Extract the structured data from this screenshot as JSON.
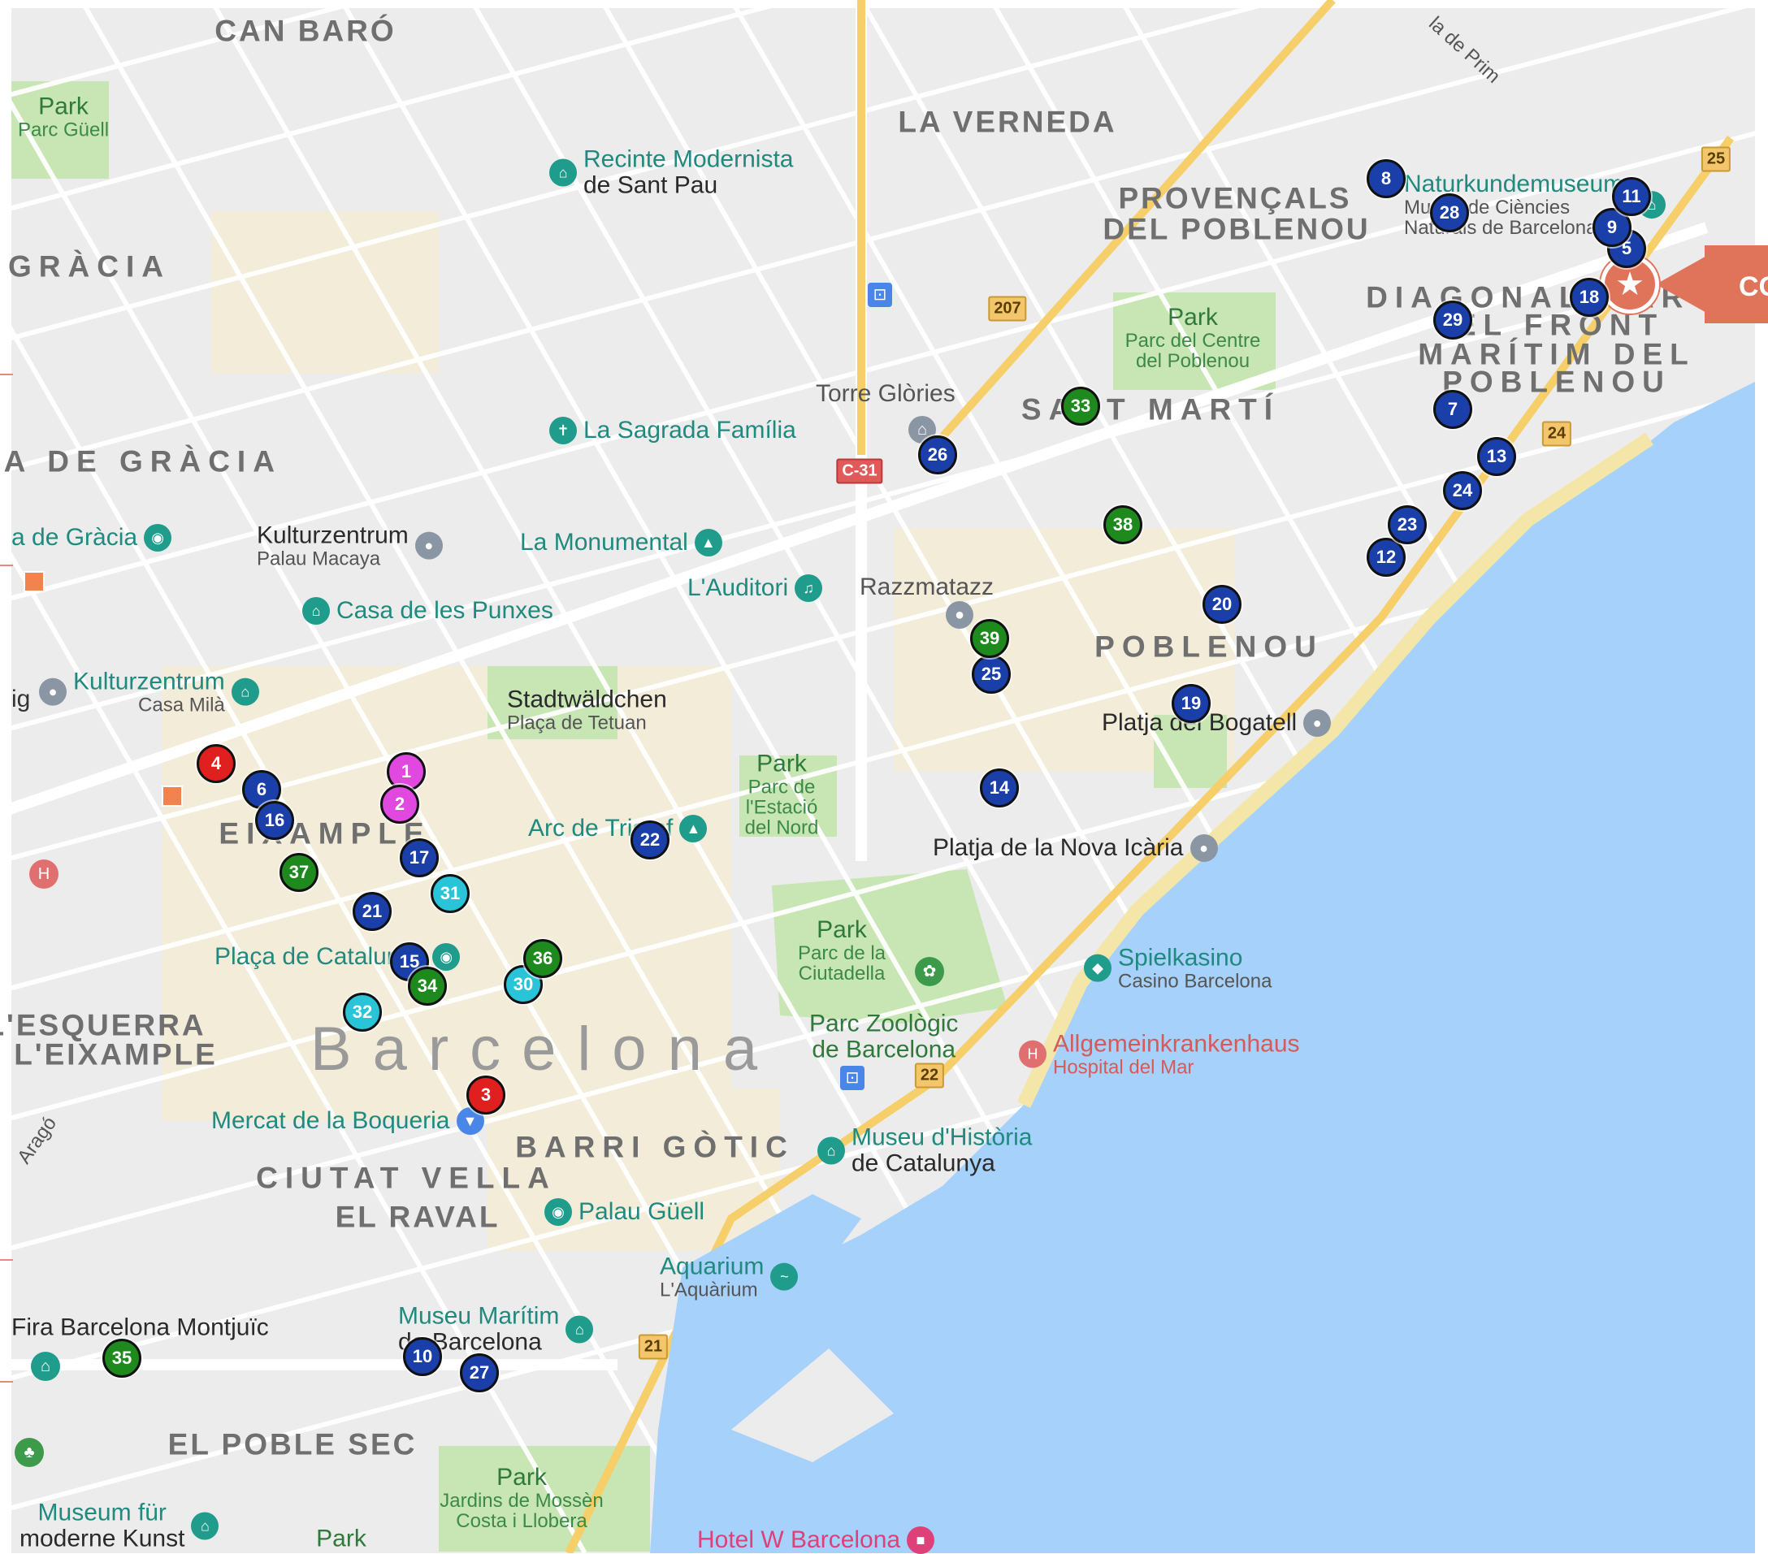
{
  "colors": {
    "sea": "#a6d1fb",
    "land": "#ececec",
    "park": "#c7e6b4",
    "road": "#ffffff",
    "highway": "#f6cf6a",
    "blue_marker": "#1a3fa8",
    "green_marker": "#1e8a1e",
    "cyan_marker": "#29c4d8",
    "red_marker": "#e01f1f",
    "magenta_marker": "#e048e0",
    "callout": "#e0745a"
  },
  "districts": {
    "can_baro": "CAN BARÓ",
    "la_verneda": "LA VERNEDA",
    "provencals": "PROVENÇALS",
    "del_poblenou": "DEL POBLENOU",
    "gracia": "GRÀCIA",
    "vila_de_gracia": "LA DE GRÀCIA",
    "diagonal_mar": "DIAGONAL MAR I",
    "front_maritim": "EL FRONT",
    "maritim_del": "MARÍTIM DEL",
    "poblenou_area": "POBLENOU",
    "sant_marti": "SANT MARTÍ",
    "poblenou": "POBLENOU",
    "eixample": "EIXAMPLE",
    "esquerra": "L'ESQUERRA",
    "esquerra2": "E L'EIXAMPLE",
    "barcelona": "Barcelona",
    "barri_gotic": "BARRI GÒTIC",
    "ciutat_vella": "CIUTAT VELLA",
    "el_raval": "EL RAVAL",
    "poble_sec": "EL POBLE SEC"
  },
  "pois": {
    "park_guell": {
      "title": "Park",
      "sub": "Parc Güell"
    },
    "sant_pau": {
      "title": "Recinte Modernista",
      "sub": "de Sant Pau"
    },
    "naturkunde": {
      "title": "Naturkundemuseum",
      "sub": "Museu de Ciències Naturals de Barcelona"
    },
    "parc_poblenou": {
      "title": "Park",
      "sub": "Parc del Centre",
      "sub2": "del Poblenou"
    },
    "torre_glories": "Torre Glòries",
    "sagrada": "La Sagrada Família",
    "vila_gracia": "a de Gràcia",
    "macaya": {
      "title": "Kulturzentrum",
      "sub": "Palau Macaya"
    },
    "monumental": "La Monumental",
    "auditori": "L'Auditori",
    "razzmatazz": "Razzmatazz",
    "punxes": "Casa de les Punxes",
    "mila": {
      "title": "Kulturzentrum",
      "sub": "Casa Milà"
    },
    "stadtwaldchen": {
      "title": "Stadtwäldchen",
      "sub": "Plaça de Tetuan"
    },
    "parc_estacio": {
      "title": "Park",
      "sub": "Parc de",
      "sub2": "l'Estació",
      "sub3": "del Nord"
    },
    "bogatell": "Platja del Bogatell",
    "arc_triomf": "Arc de Triomf",
    "nova_icaria": "Platja de la Nova Icària",
    "placa_catalunya": "Plaça de Catalunya",
    "ciutadella": {
      "title": "Park",
      "sub": "Parc de la",
      "sub2": "Ciutadella"
    },
    "spielkasino": {
      "title": "Spielkasino",
      "sub": "Casino Barcelona"
    },
    "zoologic": {
      "title": "Parc Zoològic",
      "sub": "de Barcelona"
    },
    "hospital": {
      "title": "Allgemeinkrankenhaus",
      "sub": "Hospital del Mar"
    },
    "boqueria": "Mercat de la Boqueria",
    "museu_historia": {
      "title": "Museu d'Història",
      "sub": "de Catalunya"
    },
    "palau_guell": "Palau Güell",
    "aquarium": {
      "title": "Aquarium",
      "sub": "L'Aquàrium"
    },
    "fira": "Fira Barcelona Montjuïc",
    "museu_maritim": {
      "title": "Museu Marítim",
      "sub": "de Barcelona"
    },
    "mossen": {
      "title": "Park",
      "sub": "Jardins de Mossèn",
      "sub2": "Costa i Llobera"
    },
    "museum_moderne": {
      "title": "Museum für",
      "sub": "moderne Kunst"
    },
    "park_bottom": "Park",
    "hotel_w": "Hotel W Barcelona",
    "casa_batllo": "ig",
    "de_prim": "la de Prim",
    "arago": "Aragó"
  },
  "shields": [
    "25",
    "207",
    "24",
    "C-31",
    "22",
    "21"
  ],
  "callout_text": "CO",
  "markers": [
    {
      "n": "1",
      "c": "magenta"
    },
    {
      "n": "2",
      "c": "magenta"
    },
    {
      "n": "3",
      "c": "red"
    },
    {
      "n": "4",
      "c": "red"
    },
    {
      "n": "5",
      "c": "blue"
    },
    {
      "n": "6",
      "c": "blue"
    },
    {
      "n": "7",
      "c": "blue"
    },
    {
      "n": "8",
      "c": "blue"
    },
    {
      "n": "9",
      "c": "blue"
    },
    {
      "n": "10",
      "c": "blue"
    },
    {
      "n": "11",
      "c": "blue"
    },
    {
      "n": "12",
      "c": "blue"
    },
    {
      "n": "13",
      "c": "blue"
    },
    {
      "n": "14",
      "c": "blue"
    },
    {
      "n": "15",
      "c": "blue"
    },
    {
      "n": "16",
      "c": "blue"
    },
    {
      "n": "17",
      "c": "blue"
    },
    {
      "n": "18",
      "c": "blue"
    },
    {
      "n": "19",
      "c": "blue"
    },
    {
      "n": "20",
      "c": "blue"
    },
    {
      "n": "21",
      "c": "blue"
    },
    {
      "n": "22",
      "c": "blue"
    },
    {
      "n": "23",
      "c": "blue"
    },
    {
      "n": "24",
      "c": "blue"
    },
    {
      "n": "25",
      "c": "blue"
    },
    {
      "n": "26",
      "c": "blue"
    },
    {
      "n": "27",
      "c": "blue"
    },
    {
      "n": "28",
      "c": "blue"
    },
    {
      "n": "29",
      "c": "blue"
    },
    {
      "n": "30",
      "c": "cyan"
    },
    {
      "n": "31",
      "c": "cyan"
    },
    {
      "n": "32",
      "c": "cyan"
    },
    {
      "n": "33",
      "c": "green"
    },
    {
      "n": "34",
      "c": "green"
    },
    {
      "n": "35",
      "c": "green"
    },
    {
      "n": "36",
      "c": "green"
    },
    {
      "n": "37",
      "c": "green"
    },
    {
      "n": "38",
      "c": "green"
    },
    {
      "n": "39",
      "c": "green"
    }
  ]
}
